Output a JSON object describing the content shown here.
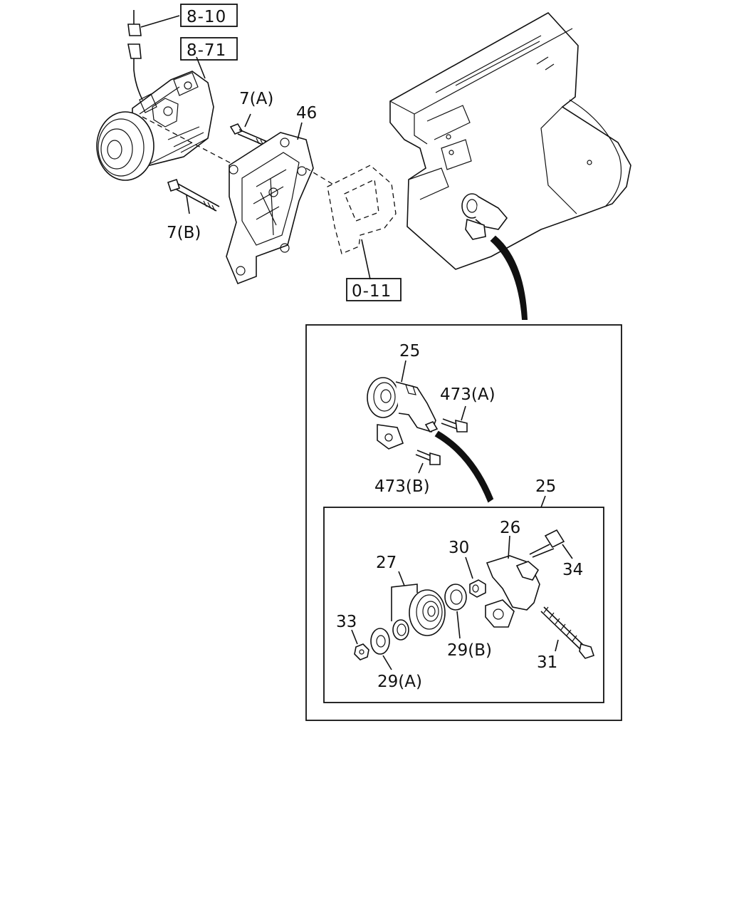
{
  "refs": {
    "r8_10": "8-10",
    "r8_71": "8-71",
    "r0_11": "0-11"
  },
  "callouts": {
    "c7a": "7(A)",
    "c7b": "7(B)",
    "c46": "46",
    "c25_top": "25",
    "c473a": "473(A)",
    "c473b": "473(B)",
    "c25_box": "25",
    "c26": "26",
    "c30": "30",
    "c27": "27",
    "c34": "34",
    "c33": "33",
    "c29b": "29(B)",
    "c31": "31",
    "c29a": "29(A)"
  }
}
